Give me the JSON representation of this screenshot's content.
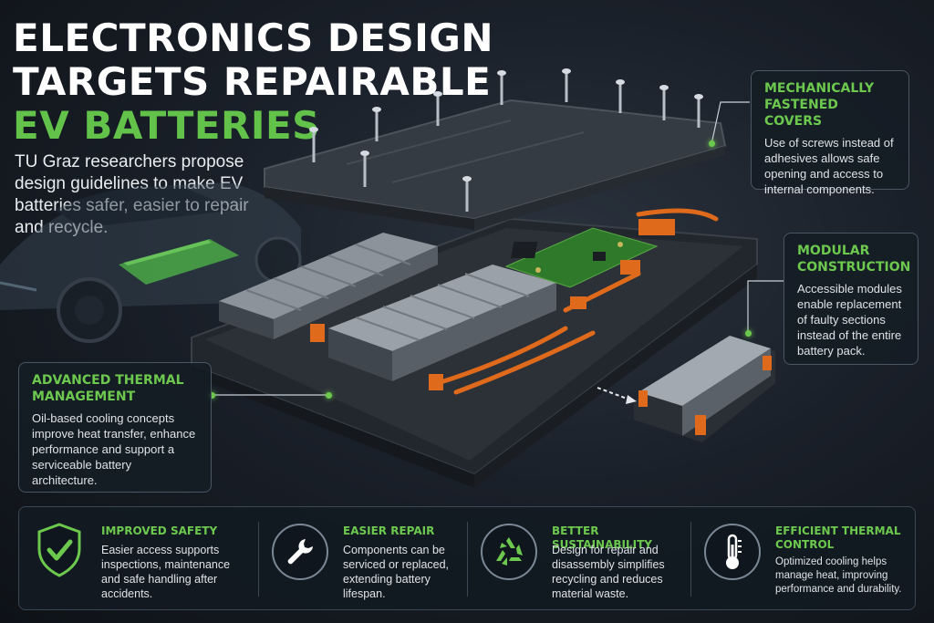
{
  "title": {
    "line1": "Electronics Design",
    "line2": "Targets Repairable",
    "line3": "EV Batteries"
  },
  "subtitle": "TU Graz researchers propose design guidelines to make EV batteries safer, easier to repair and recycle.",
  "callouts": {
    "covers": {
      "heading": "Mechanically Fastened Covers",
      "body": "Use of screws instead of adhesives allows safe opening and access to internal components."
    },
    "modular": {
      "heading": "Modular Construction",
      "body": "Accessible modules enable replacement of faulty sections instead of the entire battery pack."
    },
    "thermal": {
      "heading": "Advanced Thermal Management",
      "body": "Oil-based cooling concepts improve heat transfer, enhance performance and support a serviceable battery architecture."
    }
  },
  "features": [
    {
      "icon": "shield-check-icon",
      "heading": "Improved Safety",
      "body": "Easier access supports inspections, maintenance and safe handling after accidents."
    },
    {
      "icon": "wrench-icon",
      "heading": "Easier Repair",
      "body": "Components can be serviced or replaced, extending battery lifespan."
    },
    {
      "icon": "recycle-icon",
      "heading": "Better Sustainability",
      "body": "Design for repair and disassembly simplifies recycling and reduces material waste."
    },
    {
      "icon": "thermometer-icon",
      "heading": "Efficient Thermal Control",
      "body": "Optimized cooling helps manage heat, improving performance and durability."
    }
  ],
  "colors": {
    "accent": "#62c24a",
    "background": "#1a2029",
    "copper": "#e06a1b",
    "pcb": "#2f7a2a"
  }
}
